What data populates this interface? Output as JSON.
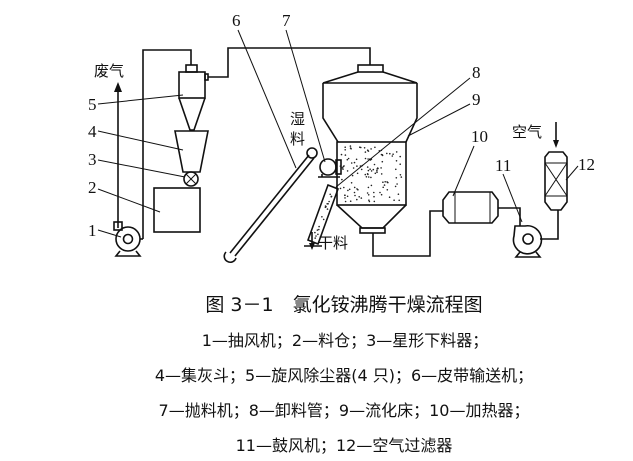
{
  "diagram": {
    "labels": {
      "exhaust": "废气",
      "wet_material": [
        "湿",
        "料"
      ],
      "dry_material": "干料",
      "air": "空气"
    },
    "numbers": [
      "1",
      "2",
      "3",
      "4",
      "5",
      "6",
      "7",
      "8",
      "9",
      "10",
      "11",
      "12"
    ]
  },
  "caption": {
    "title": "图 3－1　氯化铵沸腾干燥流程图",
    "legend_lines": [
      "1—抽风机；2—料仓；3—星形下料器；",
      "4—集灰斗；5—旋风除尘器(4 只)；6—皮带输送机；",
      "7—抛料机；8—卸料管；9—流化床；10—加热器；",
      "11—鼓风机；12—空气过滤器"
    ]
  }
}
